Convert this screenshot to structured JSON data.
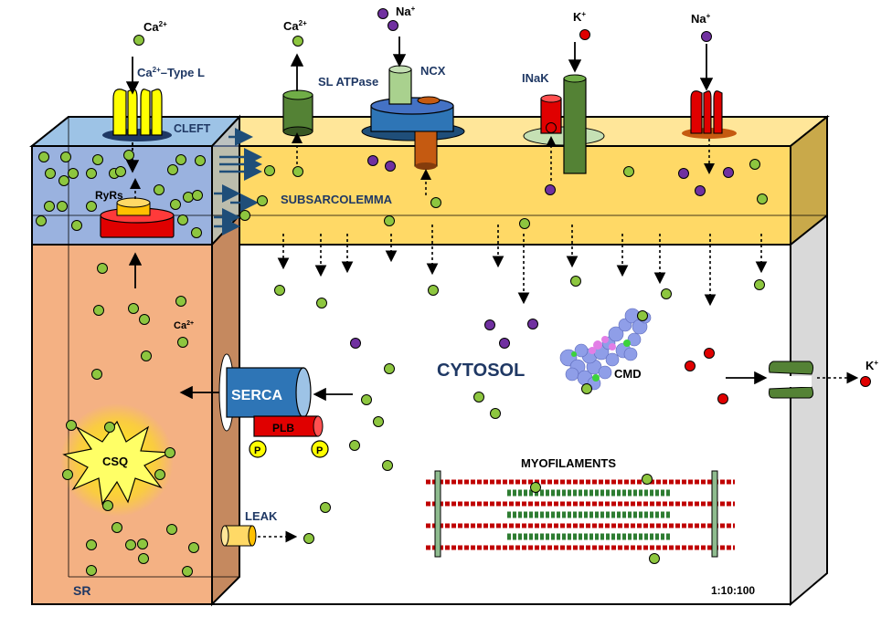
{
  "labels": {
    "ca_top": "Ca",
    "ca_sup": "2+",
    "ltype_ca": "Ca",
    "ltype_sup": "2+",
    "ltype_rest": "–Type L",
    "slatpase_ca": "Ca",
    "slatpase_sup": "2+",
    "slatpase": "SL ATPase",
    "ncx_na": "Na",
    "ncx_na_sup": "+",
    "ncx": "NCX",
    "inak_k": "K",
    "inak_k_sup": "+",
    "inak": "INaK",
    "nachan_na": "Na",
    "nachan_na_sup": "+",
    "cleft": "CLEFT",
    "ryrs": "RyRs",
    "subsarcolemma": "SUBSARCOLEMMA",
    "cytosol": "CYTOSOL",
    "serca": "SERCA",
    "plb": "PLB",
    "p1": "P",
    "p2": "P",
    "csq": "CSQ",
    "sr_ca": "Ca",
    "sr_ca_sup": "2+",
    "cmd": "CMD",
    "myofilaments": "MYOFILAMENTS",
    "leak": "LEAK",
    "k_out": "K",
    "k_out_sup": "+",
    "sr": "SR",
    "ratio": "1:10:100"
  },
  "colors": {
    "calcium": "#8dc63f",
    "sodium": "#7030a0",
    "potassium": "#e00000",
    "cleft_blue": "#8faadc",
    "subsarcolemma_yellow": "#ffd966",
    "sr_orange": "#f4b183",
    "serca_blue": "#2e75b6",
    "navy_text": "#1f3864"
  }
}
